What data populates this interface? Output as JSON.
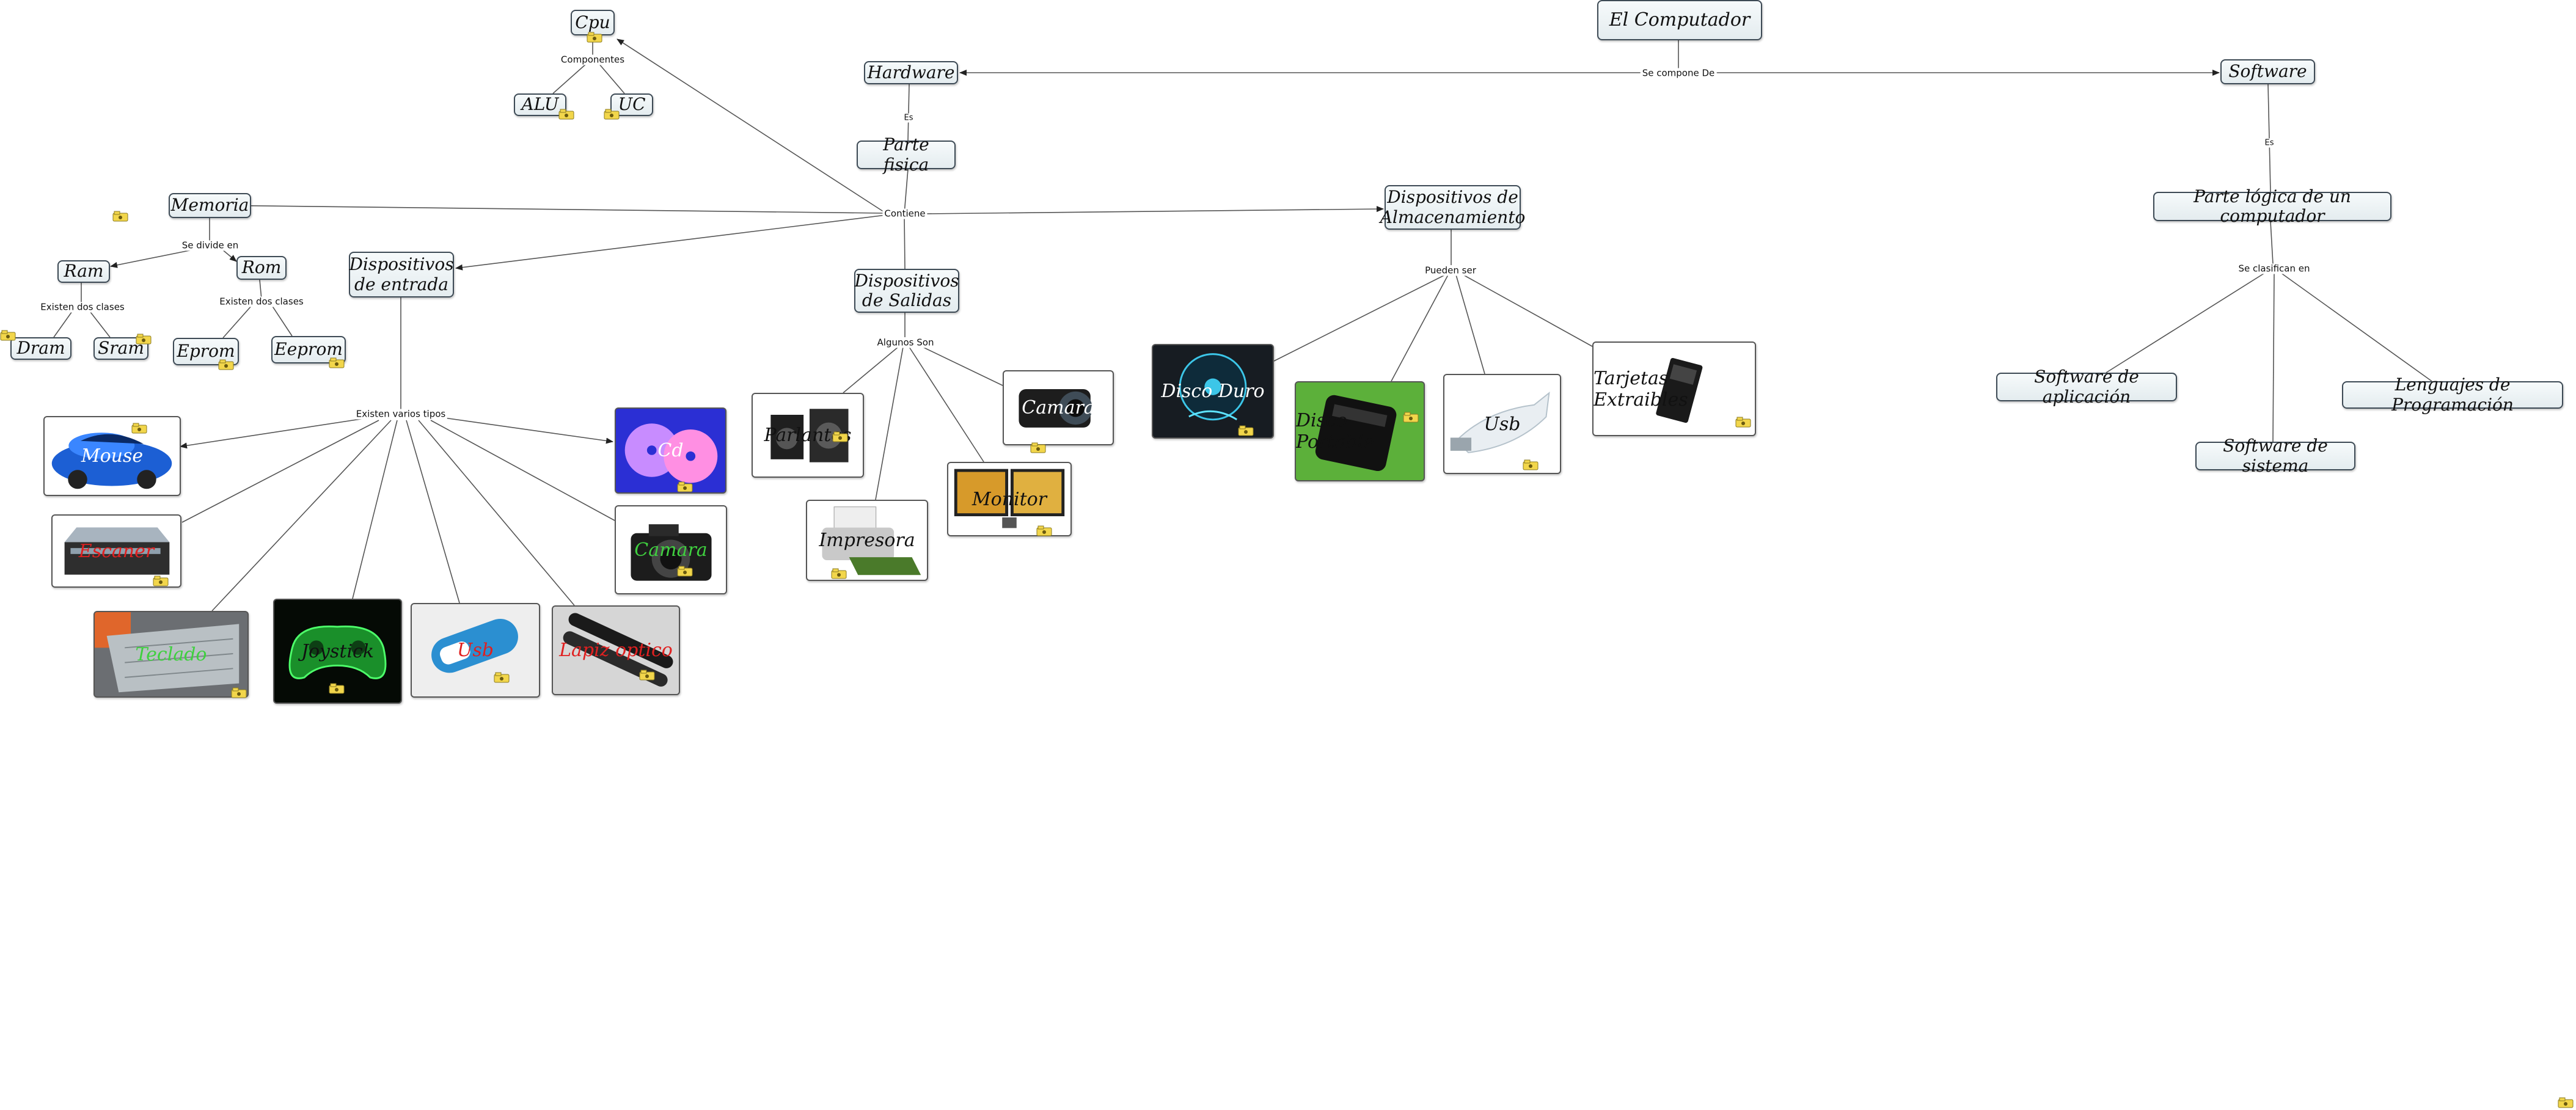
{
  "nodes": {
    "el_computador": "El Computador",
    "hardware": "Hardware",
    "software": "Software",
    "parte_fisica": "Parte fisica",
    "parte_logica": "Parte lógica de un computador",
    "cpu": "Cpu",
    "alu": "ALU",
    "uc": "UC",
    "memoria": "Memoria",
    "ram": "Ram",
    "rom": "Rom",
    "dram": "Dram",
    "sram": "Sram",
    "eprom": "Eprom",
    "eeprom": "Eeprom",
    "disp_entrada": "Dispositivos de entrada",
    "disp_salidas": "Dispositivos de Salidas",
    "disp_almacenamiento": "Dispositivos de Almacenamiento",
    "sw_aplicacion": "Software de aplicación",
    "sw_sistema": "Software de sistema",
    "lenguajes": "Lenguajes de Programación"
  },
  "linking_phrases": {
    "se_compone_de": "Se compone De",
    "es_hw": "Es",
    "es_sw": "Es",
    "contiene": "Contiene",
    "componentes": "Componentes",
    "se_divide_en": "Se divide en",
    "existen_dos_clases_ram": "Existen dos clases",
    "existen_dos_clases_rom": "Existen dos clases",
    "existen_varios_tipos": "Existen varios tipos",
    "algunos_son": "Algunos Son",
    "pueden_ser": "Pueden ser",
    "se_clasifican_en": "Se clasifican en"
  },
  "image_nodes": {
    "mouse": "Mouse",
    "escaner": "Escaner",
    "teclado": "Teclado",
    "joystick": "Joystick",
    "usb_entrada": "Usb",
    "lapiz_optico": "Lapiz optico",
    "cd": "Cd",
    "camara": "Camara",
    "parlantes": "Parlantes",
    "impresora": "Impresora",
    "monitor": "Monitor",
    "video_camara": "Camara",
    "disco_duro": "Disco Duro",
    "disco_portable": "Disco Portable",
    "usb_almacenamiento": "Usb",
    "tarjetas": "Tarjetas Extraibles"
  },
  "colors": {
    "node_border": "#3d4a55",
    "link_line": "#555555",
    "caption_white": "#ffffff",
    "caption_red": "#e02020",
    "caption_green": "#3fd03f",
    "caption_black": "#111111",
    "badge_yellow": "#f2d64b"
  }
}
